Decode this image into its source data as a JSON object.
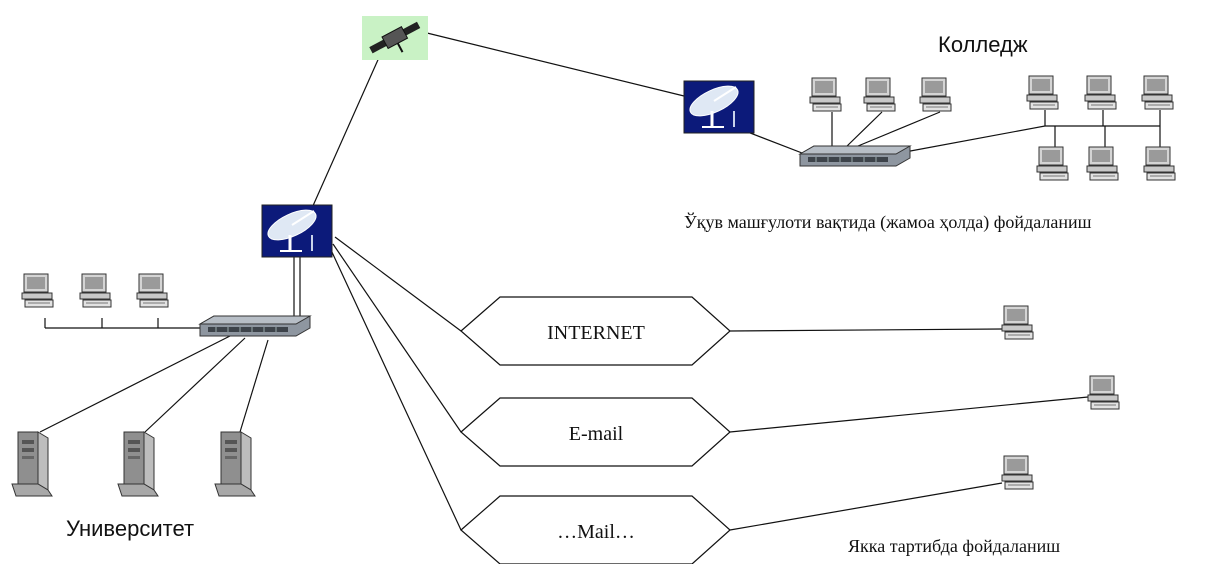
{
  "labels": {
    "college": "Колледж",
    "college_usage": "Ўқув машғулоти вақтида (жамоа ҳолда) фойдаланиш",
    "university": "Университет",
    "individual_usage": "Якка тартибда фойдаланиш"
  },
  "services": [
    {
      "label": "INTERNET"
    },
    {
      "label": "E-mail"
    },
    {
      "label": "…Mail…"
    }
  ],
  "icons": {
    "satellite": "satellite-icon",
    "dish": "satellite-dish-icon",
    "switch": "network-switch-icon",
    "workstation": "workstation-icon",
    "server": "server-tower-icon"
  }
}
